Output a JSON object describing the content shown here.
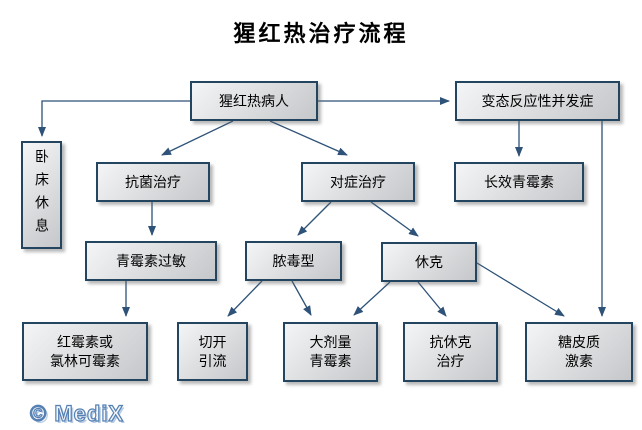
{
  "title": "猩红热治疗流程",
  "watermark": "© MediX",
  "nodes": {
    "patient": {
      "label": "猩红热病人"
    },
    "allergic": {
      "label": "变态反应性并发症"
    },
    "bedrest": {
      "label": "卧床休息"
    },
    "antibacterial": {
      "label": "抗菌治疗"
    },
    "symptomatic": {
      "label": "对症治疗"
    },
    "longacting": {
      "label": "长效青霉素"
    },
    "penallergy": {
      "label": "青霉素过敏"
    },
    "septic": {
      "label": "脓毒型"
    },
    "shock": {
      "label": "休克"
    },
    "erythro": {
      "label": "红霉素或\n氯林可霉素"
    },
    "incision": {
      "label": "切开\n引流"
    },
    "highdose": {
      "label": "大剂量\n青霉素"
    },
    "antishock": {
      "label": "抗休克\n治疗"
    },
    "gluco": {
      "label": "糖皮质\n激素"
    }
  },
  "colors": {
    "box_border": "#24455f",
    "connector_line": "#2e5278",
    "box_fill_light": "#f4f5f6",
    "box_fill_dark": "#c5c7ca",
    "logo_fill": "#f2f6fb",
    "logo_outline": "#5580b3",
    "logo_shadow": "#b9cde4"
  }
}
